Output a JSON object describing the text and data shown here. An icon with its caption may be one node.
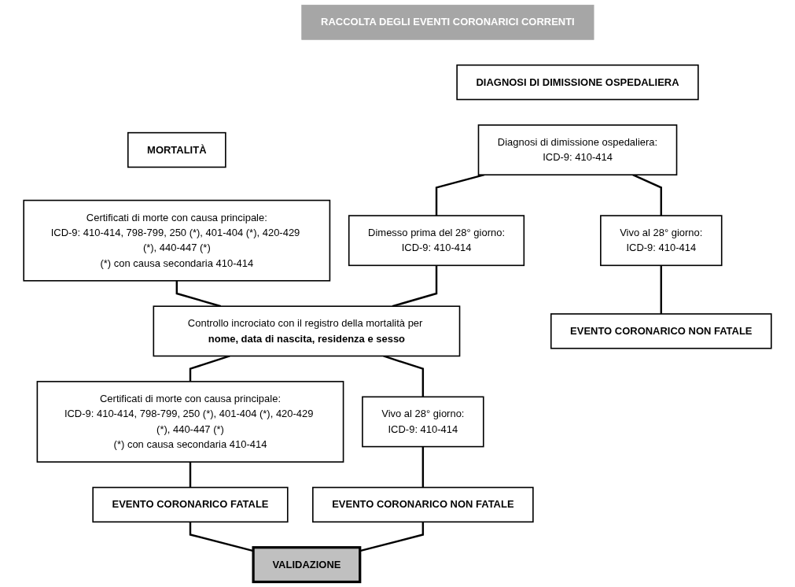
{
  "diagram": {
    "nodes": [
      {
        "text": [
          "RACCOLTA DEGLI EVENTI CORONARICI CORRENTI"
        ]
      },
      {
        "text": [
          "MORTALITÀ"
        ]
      },
      {
        "text": [
          "DIAGNOSI DI DIMISSIONE OSPEDALIERA"
        ]
      },
      {
        "text": [
          "Certificati di morte con causa principale:",
          "ICD-9: 410-414, 798-799, 250 (*), 401-404 (*), 420-429 (*), 440-447 (*)",
          "(*) con causa secondaria 410-414"
        ]
      },
      {
        "text": [
          "Diagnosi di dimissione ospedaliera:",
          "ICD-9: 410-414"
        ]
      },
      {
        "text": [
          "Dimesso prima del 28° giorno:",
          "ICD-9: 410-414"
        ]
      },
      {
        "text": [
          "Vivo al 28° giorno:",
          "ICD-9: 410-414"
        ]
      },
      {
        "text": [
          "Controllo incrociato con il registro della mortalità per **nome, data di nascita, residenza e sesso**"
        ]
      },
      {
        "text": [
          "EVENTO CORONARICO NON FATALE"
        ]
      },
      {
        "text": [
          "Certificati di morte con causa principale:",
          "ICD-9: 410-414, 798-799, 250 (*), 401-404 (*), 420-429 (*), 440-447 (*)",
          "(*) con causa secondaria 410-414"
        ]
      },
      {
        "text": [
          "Vivo al 28° giorno:",
          "ICD-9: 410-414"
        ]
      },
      {
        "text": [
          "EVENTO CORONARICO FATALE"
        ]
      },
      {
        "text": [
          "EVENTO CORONARICO NON FATALE"
        ]
      },
      {
        "text": [
          "VALIDAZIONE"
        ]
      }
    ],
    "edges": [
      {
        "from": 3,
        "to": 7,
        "arrow": "none"
      },
      {
        "from": 4,
        "to": 5,
        "arrow": "none"
      },
      {
        "from": 4,
        "to": 6,
        "arrow": "none"
      },
      {
        "from": 5,
        "to": 7,
        "arrow": "none"
      },
      {
        "from": 6,
        "to": 8,
        "arrow": "none"
      },
      {
        "from": 7,
        "to": 9,
        "arrow": "none"
      },
      {
        "from": 7,
        "to": 10,
        "arrow": "none"
      },
      {
        "from": 9,
        "to": 11,
        "arrow": "none"
      },
      {
        "from": 10,
        "to": 12,
        "arrow": "none"
      },
      {
        "from": 11,
        "to": 13,
        "arrow": "none"
      },
      {
        "from": 12,
        "to": 13,
        "arrow": "none"
      }
    ]
  }
}
